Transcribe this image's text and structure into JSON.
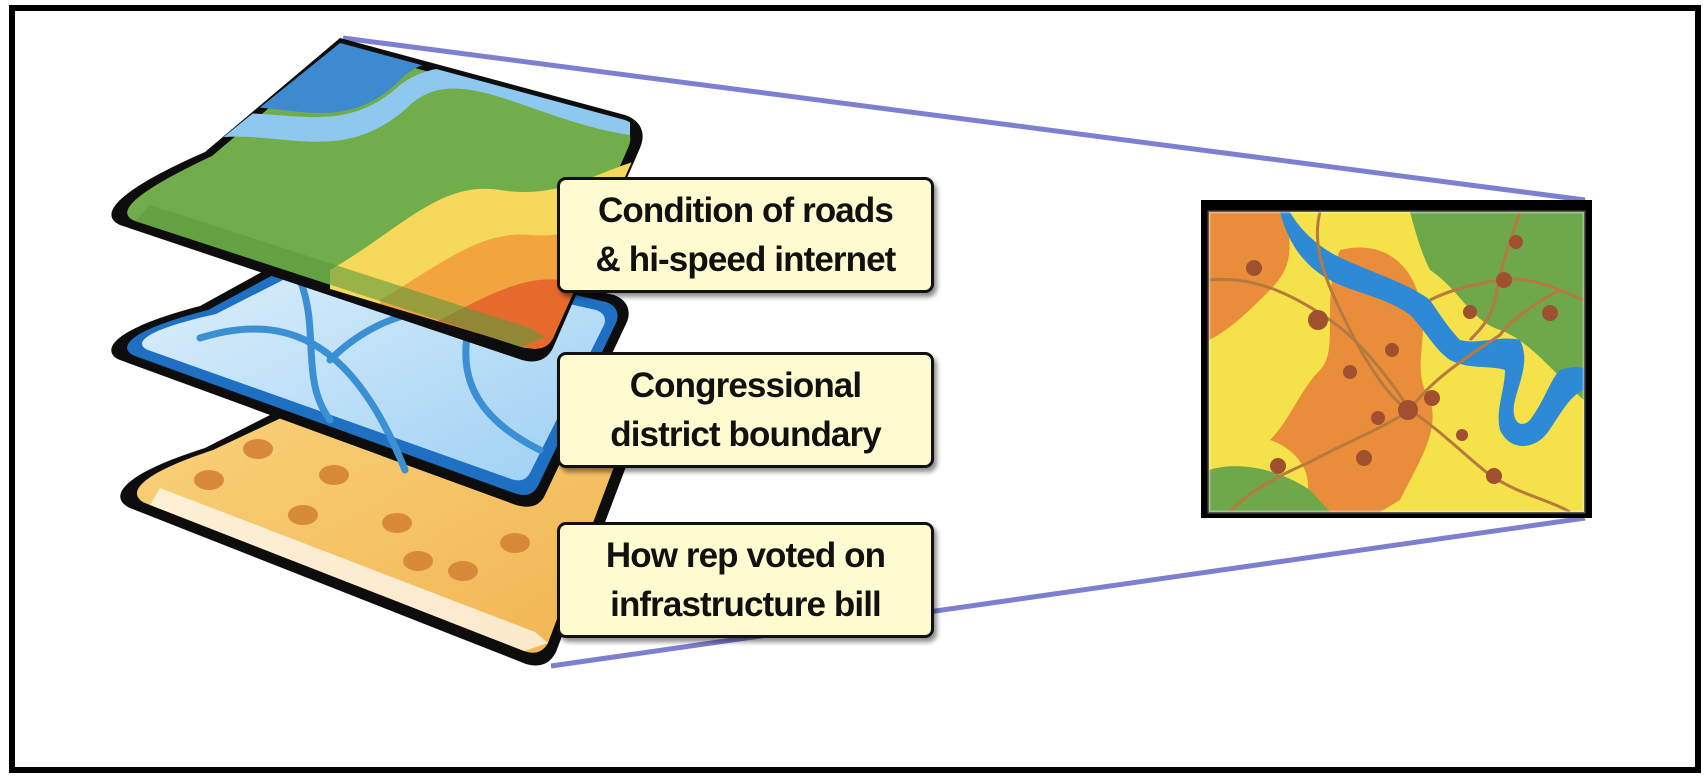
{
  "labels": {
    "roads": "Condition of roads\n& hi-speed internet",
    "district": "Congressional\ndistrict boundary",
    "vote": "How rep voted on\ninfrastructure bill"
  },
  "colors": {
    "frame": "#000000",
    "connector": "#7d7fd0",
    "label_fill": "#fffbd0",
    "layer_terrain_green": "#72ad4b",
    "layer_roads_blue": "#1f6fc2",
    "layer_points_orange": "#f0a640",
    "water_blue": "#2f8ad6",
    "map_yellow": "#f5e14a",
    "map_orange": "#ea8d3b",
    "point_brown": "#a0502e"
  },
  "icons": [
    "stacked-map-layers-icon",
    "composite-map-icon"
  ]
}
